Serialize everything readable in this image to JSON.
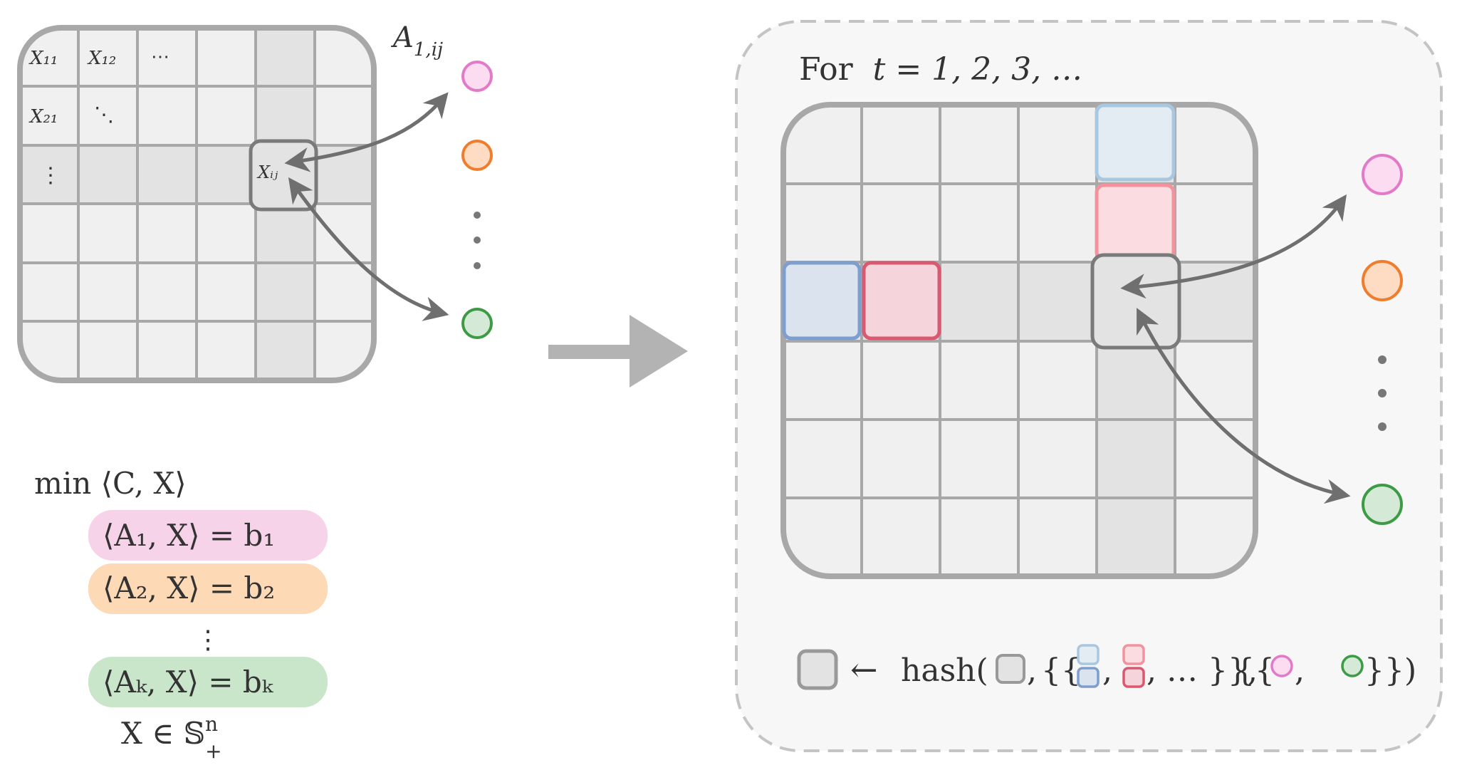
{
  "left_matrix": {
    "cells": {
      "x11": "X₁₁",
      "x12": "X₁₂",
      "hdots": "⋯",
      "x21": "X₂₁",
      "ddots": "⋱",
      "vdots": "⋮",
      "xij": "Xᵢⱼ"
    },
    "label_a": "A",
    "label_sub": "1,ij"
  },
  "formulation": {
    "objective": "min ⟨C, X⟩",
    "constraints": [
      {
        "text": "⟨A₁, X⟩ = b₁",
        "color": "#f7d3ea"
      },
      {
        "text": "⟨A₂, X⟩ = b₂",
        "color": "#fdd9b5"
      },
      {
        "text": "⟨Aₖ, X⟩ = bₖ",
        "color": "#c9e6cb"
      }
    ],
    "vdots": "⋮",
    "domain_text": "X ∈ 𝕊",
    "domain_sup": "n",
    "domain_sub": "+"
  },
  "right_panel": {
    "header_for": "For",
    "header_iter": "t = 1, 2, 3, …",
    "hash_arrow": "←",
    "hash_fn": "hash(",
    "hash_comma1": ",",
    "hash_open_set": "{{",
    "hash_comma2": ",",
    "hash_comma3": ", … }}",
    "hash_comma4": ",",
    "hash_open_set2": "{{",
    "hash_comma5": ",",
    "hash_close": "}})"
  },
  "colors": {
    "grid_stroke": "#a8a8a8",
    "grid_fill": "#f0f0f0",
    "highlight": "#e3e3e3",
    "arrow": "#6f6f6f",
    "pink": "#e27ac8",
    "pink_fill": "#fbdcf1",
    "orange": "#ef7d2d",
    "orange_fill": "#fddcc3",
    "green": "#3d9a45",
    "green_fill": "#d5ead6",
    "blue": "#7d9ecf",
    "blue_fill": "#dbe3ef",
    "light_blue": "#a9c7df",
    "light_blue_fill": "#e4ecf3",
    "red": "#d95a70",
    "red_fill": "#f5d5db",
    "light_red": "#f2929d",
    "light_red_fill": "#fbdce0"
  }
}
